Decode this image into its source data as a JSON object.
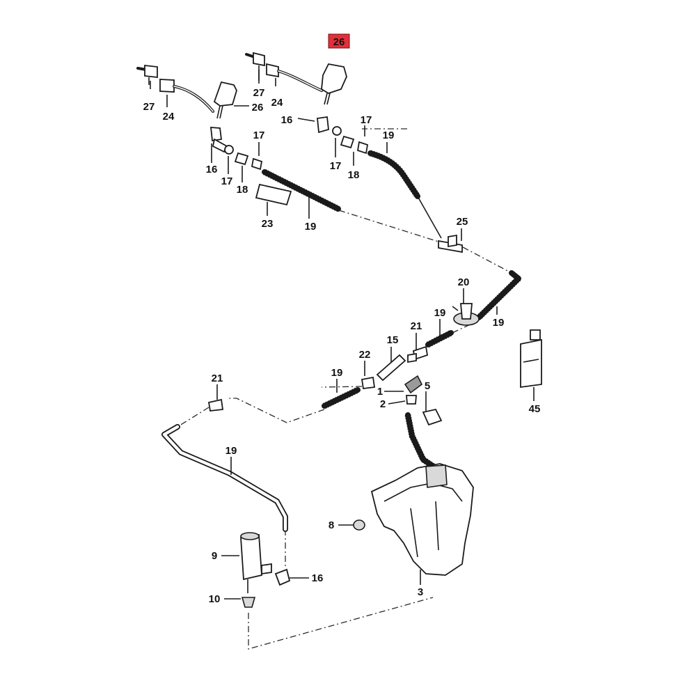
{
  "highlight_color": "#e0303a",
  "callouts": {
    "c26_top": "26",
    "c27_left": "27",
    "c24_left": "24",
    "c26_left": "26",
    "c27_mid": "27",
    "c24_mid": "24",
    "c16_mid": "16",
    "c17_right": "17",
    "c19_right": "19",
    "c17_midlow": "17",
    "c18_midlow": "18",
    "c17_left": "17",
    "c16_left": "16",
    "c17_leftlow": "17",
    "c18_left": "18",
    "c23": "23",
    "c19_left": "19",
    "c25": "25",
    "c20": "20",
    "c19_far": "19",
    "c19_pump_top": "19",
    "c21_mid": "21",
    "c15": "15",
    "c22": "22",
    "c19_short": "19",
    "c1": "1",
    "c5": "5",
    "c2": "2",
    "c21_left": "21",
    "c19_long": "19",
    "c8": "8",
    "c9": "9",
    "c16_bottom": "16",
    "c10": "10",
    "c3": "3",
    "c45": "45"
  }
}
